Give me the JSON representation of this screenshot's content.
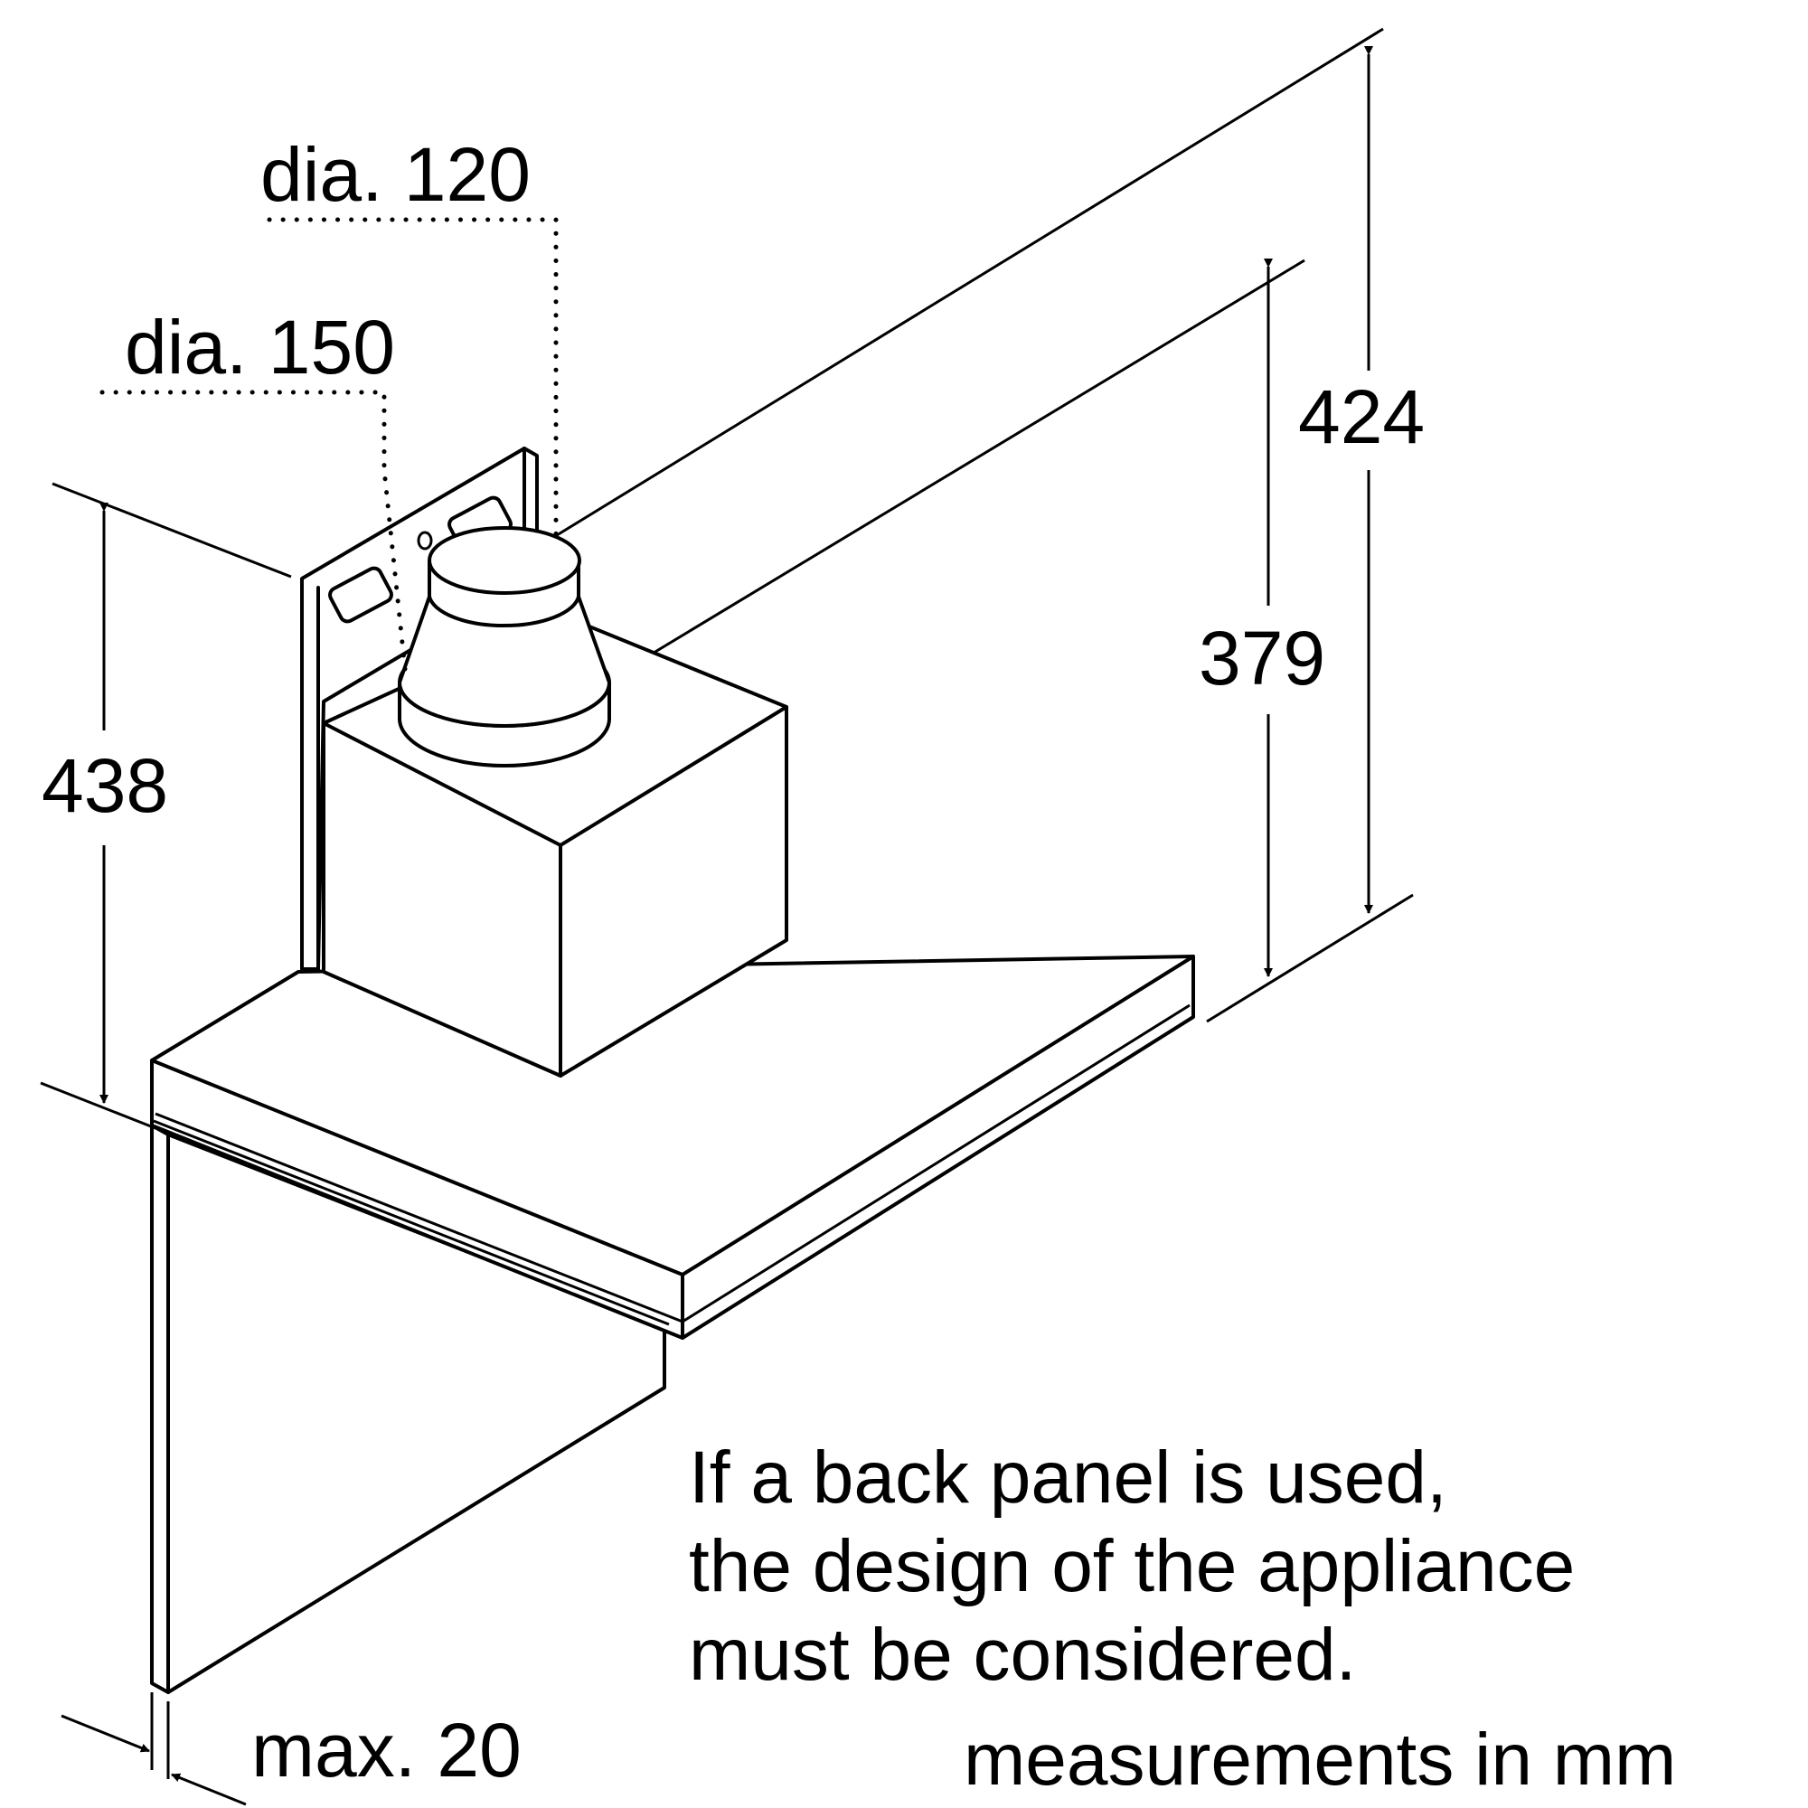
{
  "dimensions": {
    "dia_small": "dia. 120",
    "dia_large": "dia. 150",
    "total_height": "424",
    "chimney_height": "379",
    "left_height": "438",
    "back_panel_max": "max. 20"
  },
  "note_lines": [
    "If a back panel is used,",
    "the design of the appliance",
    "must be considered."
  ],
  "units": "measurements in mm"
}
